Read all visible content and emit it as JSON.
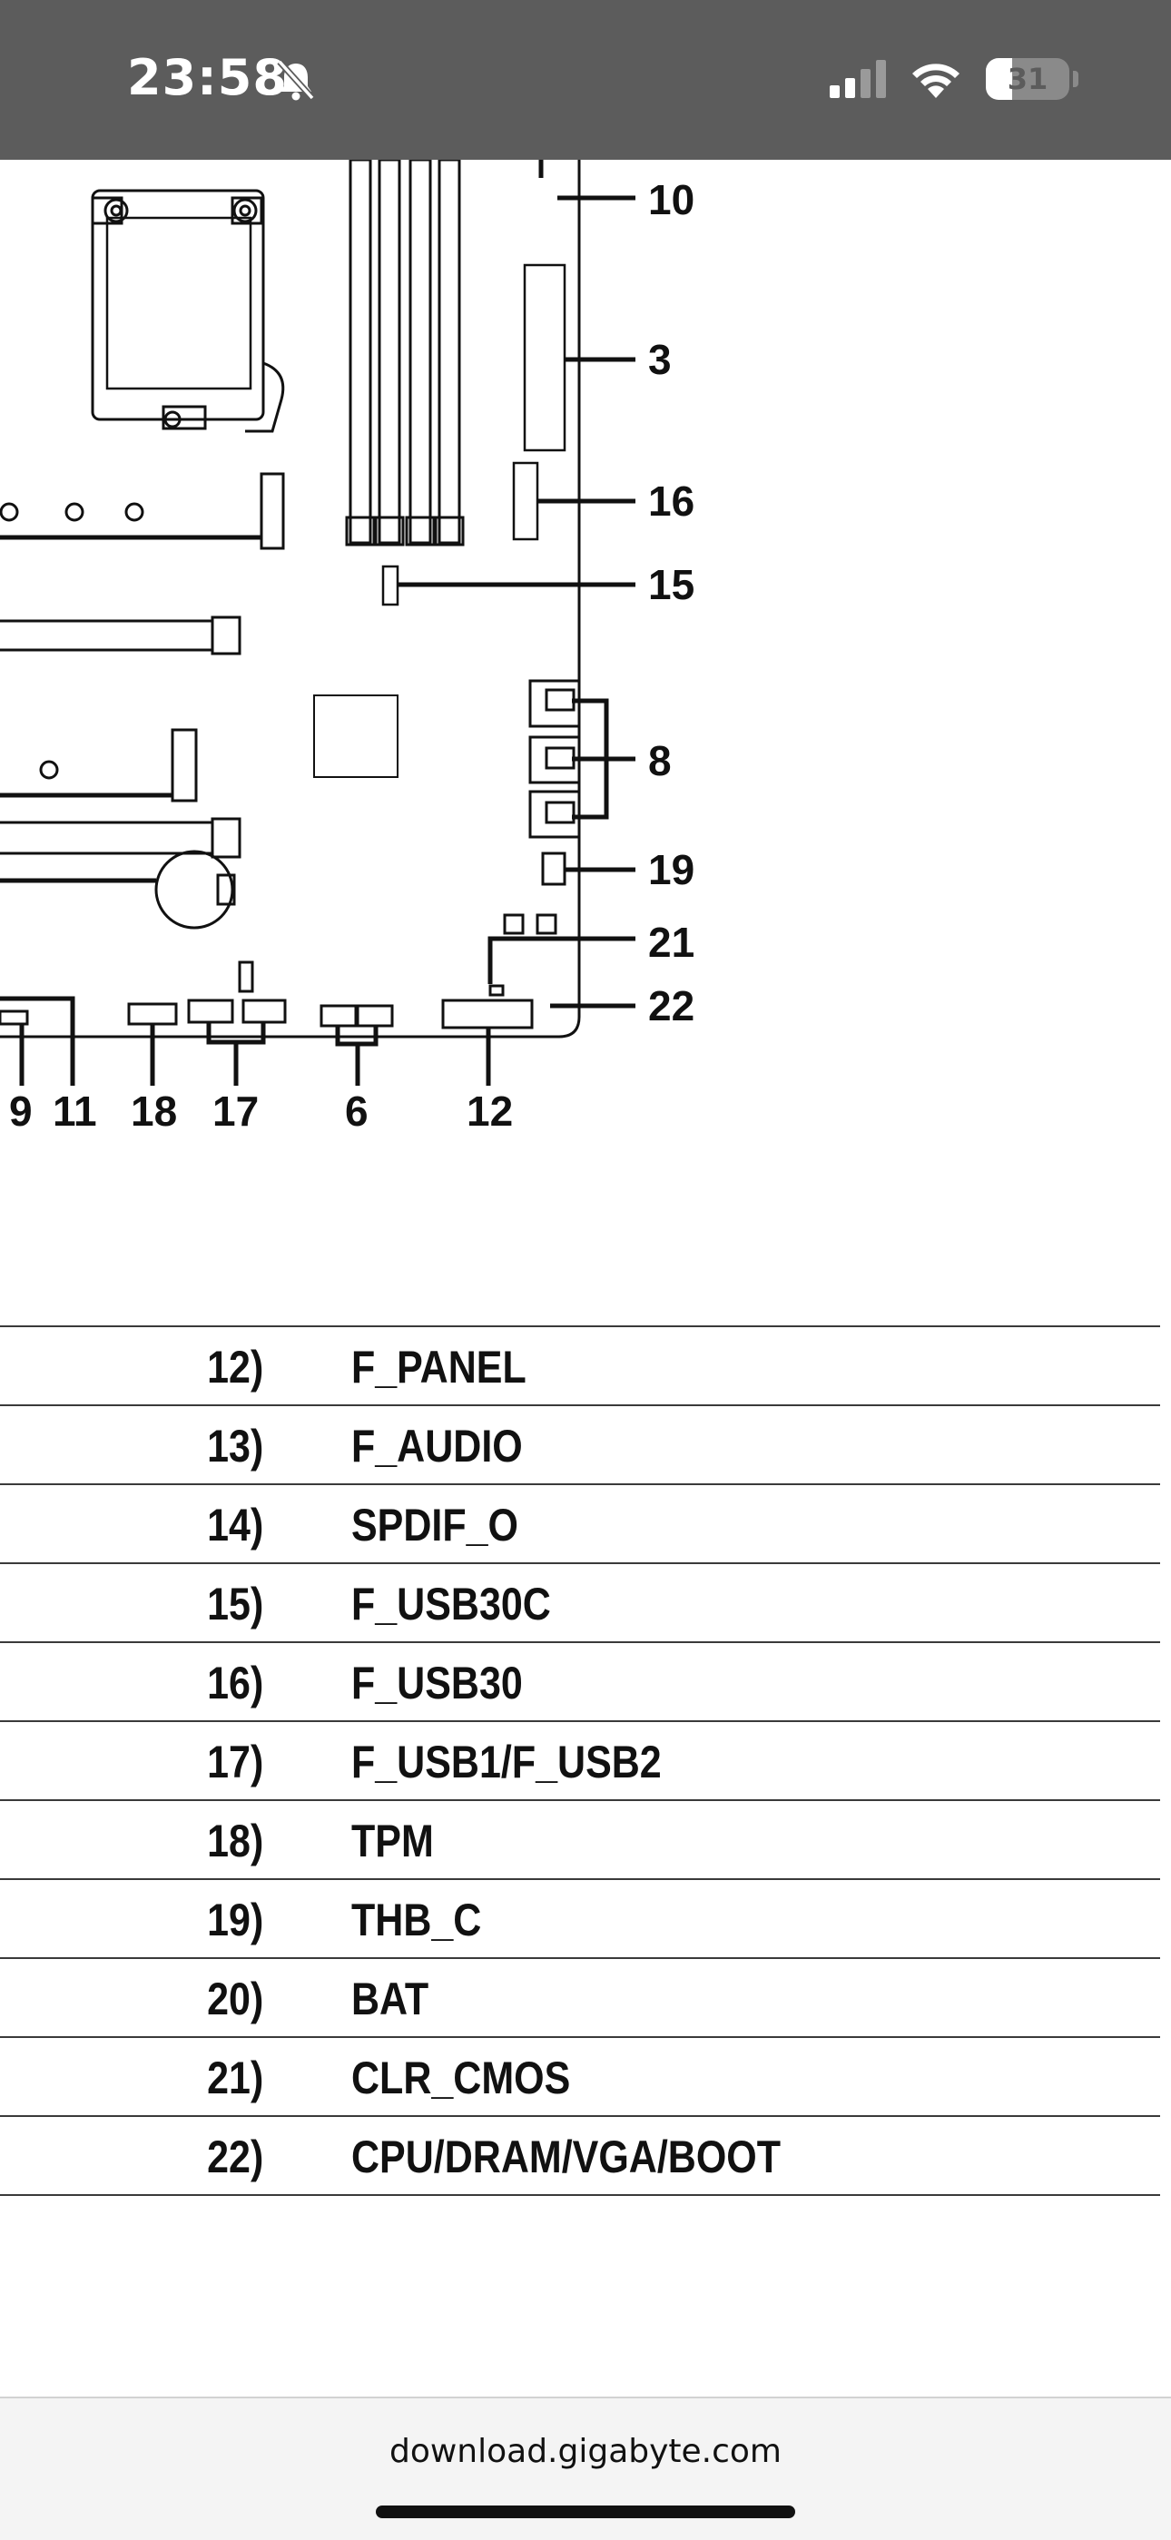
{
  "status_bar": {
    "time": "23:58",
    "battery_level": "31",
    "icons": [
      "bell-slash-icon",
      "cellular-signal-icon",
      "wifi-icon",
      "battery-icon"
    ]
  },
  "diagram": {
    "callouts": {
      "c10": "10",
      "c3": "3",
      "c16": "16",
      "c15": "15",
      "c8": "8",
      "c19": "19",
      "c21": "21",
      "c22": "22",
      "c9": "9",
      "c11": "11",
      "c18": "18",
      "c17": "17",
      "c6": "6",
      "c12": "12"
    }
  },
  "connector_table": {
    "rows": [
      {
        "num": "12)",
        "name": "F_PANEL"
      },
      {
        "num": "13)",
        "name": "F_AUDIO"
      },
      {
        "num": "14)",
        "name": "SPDIF_O"
      },
      {
        "num": "15)",
        "name": "F_USB30C"
      },
      {
        "num": "16)",
        "name": "F_USB30"
      },
      {
        "num": "17)",
        "name": "F_USB1/F_USB2"
      },
      {
        "num": "18)",
        "name": "TPM"
      },
      {
        "num": "19)",
        "name": "THB_C"
      },
      {
        "num": "20)",
        "name": "BAT"
      },
      {
        "num": "21)",
        "name": "CLR_CMOS"
      },
      {
        "num": "22)",
        "name": "CPU/DRAM/VGA/BOOT"
      }
    ]
  },
  "bottom_bar": {
    "url": "download.gigabyte.com"
  }
}
